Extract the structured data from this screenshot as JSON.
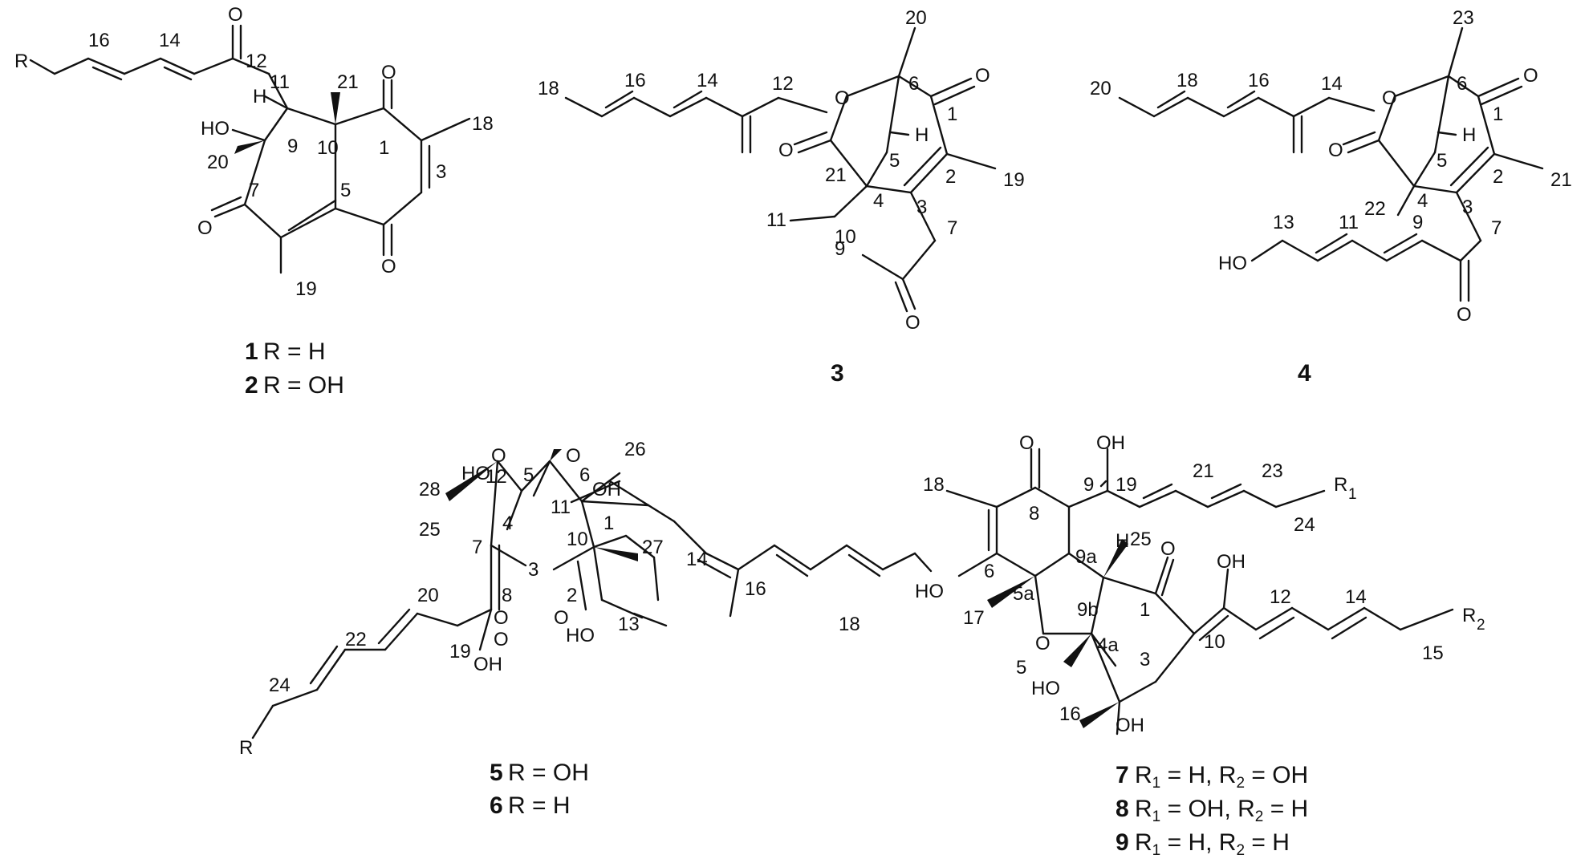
{
  "figure": {
    "compound_1_2": {
      "atom_labels": [
        "R",
        "16",
        "14",
        "O",
        "12",
        "11",
        "21",
        "O",
        "18",
        "H",
        "HO",
        "9",
        "20",
        "10",
        "1",
        "3",
        "O",
        "7",
        "5",
        "O",
        "19"
      ],
      "caption": [
        {
          "num": "1",
          "text": "R = H"
        },
        {
          "num": "2",
          "text": "R = OH"
        }
      ]
    },
    "compound_3": {
      "atom_labels": [
        "20",
        "18",
        "16",
        "14",
        "12",
        "O",
        "6",
        "O",
        "1",
        "H",
        "O",
        "21",
        "5",
        "2",
        "19",
        "4",
        "3",
        "11",
        "10",
        "7",
        "9",
        "O"
      ],
      "caption": {
        "num": "3"
      }
    },
    "compound_4": {
      "atom_labels": [
        "23",
        "20",
        "18",
        "16",
        "14",
        "O",
        "6",
        "O",
        "1",
        "H",
        "O",
        "5",
        "2",
        "21",
        "22",
        "4",
        "3",
        "13",
        "11",
        "9",
        "7",
        "HO",
        "O"
      ],
      "caption": {
        "num": "4"
      }
    },
    "compound_5_6": {
      "atom_labels": [
        "O",
        "O",
        "26",
        "HO",
        "12",
        "5",
        "6",
        "OH",
        "28",
        "11",
        "4",
        "1",
        "25",
        "7",
        "10",
        "27",
        "3",
        "14",
        "20",
        "8",
        "2",
        "16",
        "22",
        "O",
        "O",
        "O",
        "13",
        "19",
        "HO",
        "18",
        "OH",
        "24",
        "R"
      ],
      "caption": [
        {
          "num": "5",
          "text": "R = OH"
        },
        {
          "num": "6",
          "text": "R = H"
        }
      ]
    },
    "compound_7_9": {
      "atom_labels": [
        "O",
        "OH",
        "9",
        "19",
        "21",
        "23",
        "18",
        "8",
        "R",
        "1",
        "24",
        "H",
        "9a",
        "25",
        "O",
        "OH",
        "6",
        "12",
        "14",
        "HO",
        "5a",
        "9b",
        "1",
        "10",
        "R",
        "2",
        "17",
        "4a",
        "15",
        "5",
        "O",
        "3",
        "HO",
        "16",
        "OH"
      ],
      "caption": [
        {
          "num": "7",
          "parts": [
            "R",
            "1",
            " = H, R",
            "2",
            " = OH"
          ]
        },
        {
          "num": "8",
          "parts": [
            "R",
            "1",
            " = OH, R",
            "2",
            " = H"
          ]
        },
        {
          "num": "9",
          "parts": [
            "R",
            "1",
            " = H, R",
            "2",
            " = H"
          ]
        }
      ]
    }
  }
}
